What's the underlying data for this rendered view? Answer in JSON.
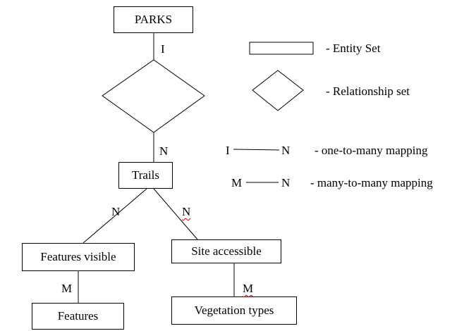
{
  "entities": {
    "parks": "PARKS",
    "trails": "Trails",
    "features_visible": "Features visible",
    "site_accessible": "Site accessible",
    "features": "Features",
    "vegetation_types": "Vegetation types"
  },
  "cardinalities": {
    "parks_rel": "I",
    "rel_trails": "N",
    "trails_features_visible": "N",
    "trails_site_accessible": "N",
    "features_visible_features": "M",
    "site_accessible_vegetation": "M"
  },
  "legend": {
    "entity_set": "- Entity Set",
    "relationship_set": "- Relationship set",
    "one_to_many_left": "I",
    "one_to_many_right": "N",
    "one_to_many": "- one-to-many mapping",
    "many_to_many_left": "M",
    "many_to_many_right": "N",
    "many_to_many": "- many-to-many mapping"
  },
  "colors": {
    "line": "#000000",
    "background": "#ffffff",
    "spellcheck_underline": "#cc0000"
  }
}
